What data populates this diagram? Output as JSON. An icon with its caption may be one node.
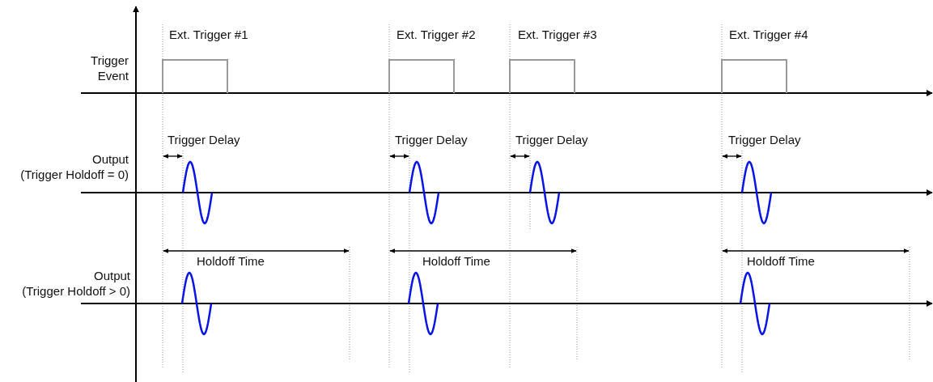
{
  "diagram": {
    "labels": [
      "Ext. Trigger #1",
      "Ext. Trigger #2",
      "Ext. Trigger #3",
      "Ext. Trigger #4",
      "Trigger Event",
      "Trigger Delay",
      "Trigger Delay",
      "Trigger Delay",
      "Trigger Delay",
      "Output (Trigger Holdoff = 0)",
      "Holdoff Time",
      "Holdoff Time",
      "Holdoff Time",
      "Output (Trigger Holdoff > 0)"
    ]
  }
}
